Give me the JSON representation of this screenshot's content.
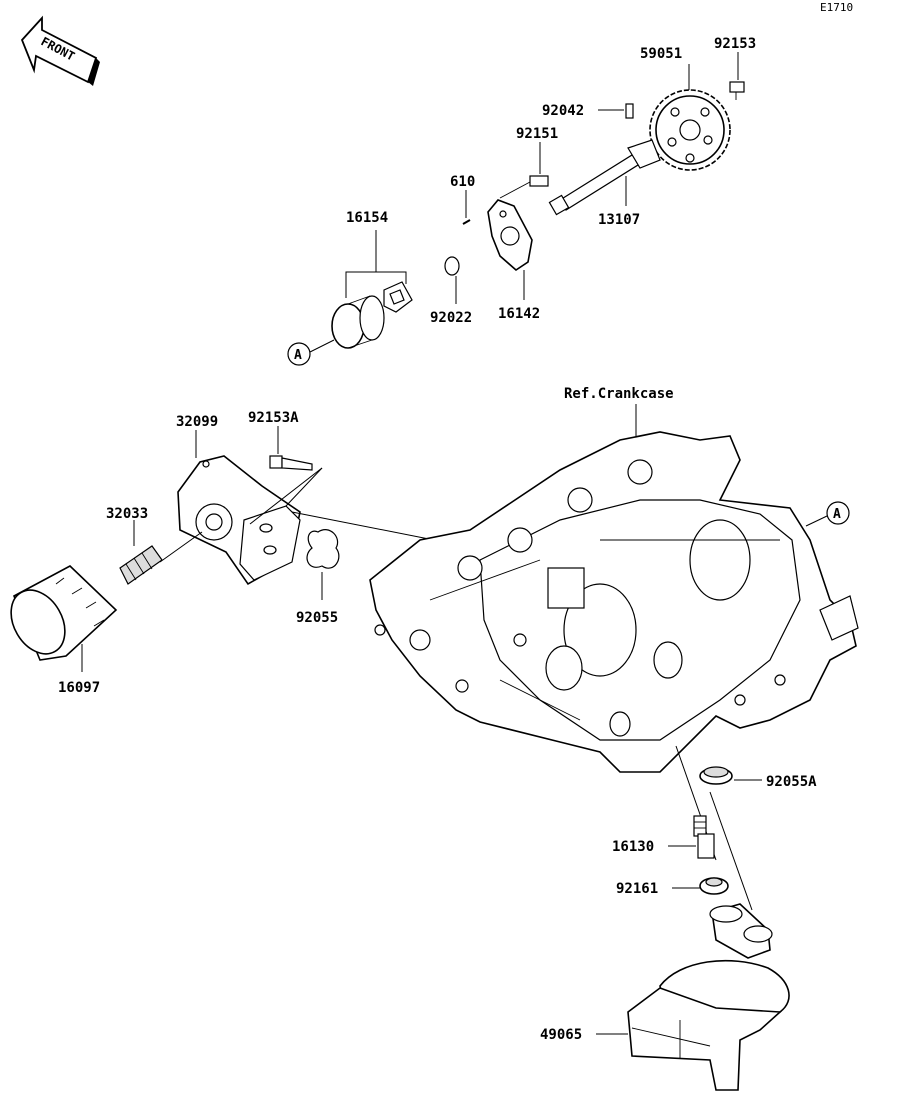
{
  "diagram_code": "E1710",
  "front_label": "FRONT",
  "ref_label": "Ref.Crankcase",
  "callout_a": "A",
  "parts": {
    "p59051": "59051",
    "p92153": "92153",
    "p92042": "92042",
    "p92151": "92151",
    "p610": "610",
    "p16154": "16154",
    "p13107": "13107",
    "p92022": "92022",
    "p16142": "16142",
    "p32099": "32099",
    "p92153A": "92153A",
    "p32033": "32033",
    "p92055": "92055",
    "p16097": "16097",
    "p92055A": "92055A",
    "p16130": "16130",
    "p92161": "92161",
    "p49065": "49065"
  }
}
